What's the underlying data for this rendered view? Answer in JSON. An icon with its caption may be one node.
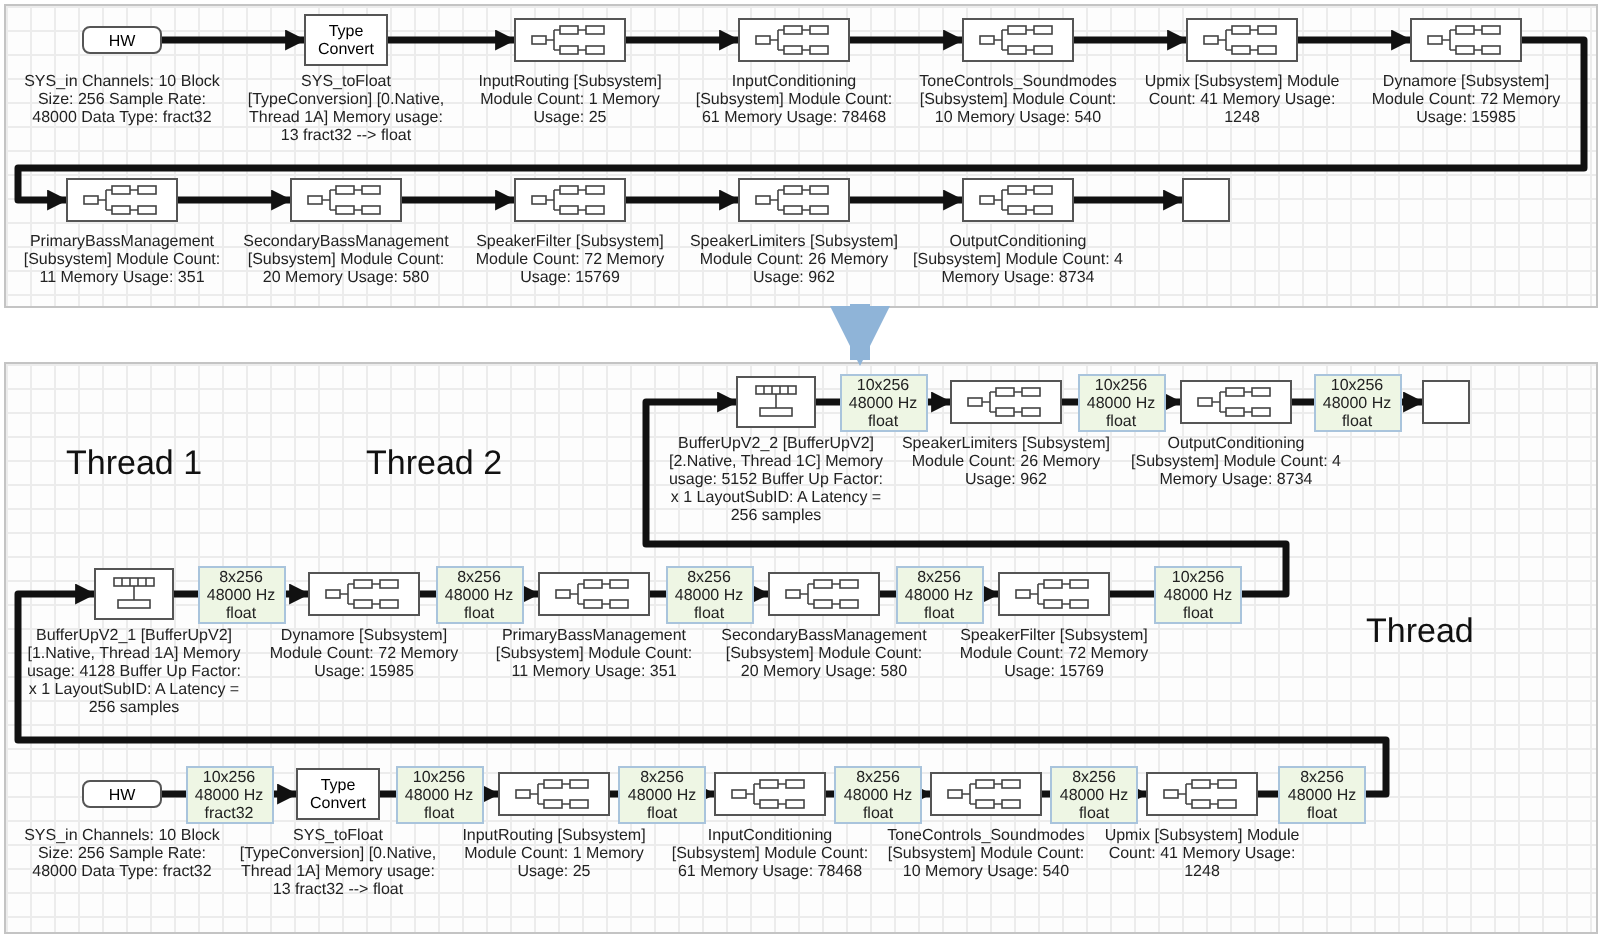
{
  "diagram": {
    "nodes": [
      {
        "text": [],
        "shape": "box"
      },
      {
        "text": [],
        "shape": "box"
      },
      {
        "text": [
          "HW"
        ],
        "in": 0,
        "beside": [
          "SYS_in Channels: 10 Block Size: 256 Sample Rate: 48000 Data Type: fract32"
        ]
      },
      {
        "text": [
          "Type Convert"
        ],
        "in": 0,
        "beside": [
          "SYS_toFloat [TypeConversion] [0.Native, Thread 1A] Memory usage: 13 fract32 --> float"
        ]
      },
      {
        "text": [],
        "shape": "box",
        "in": 0,
        "beside": [
          "InputRouting [Subsystem] Module Count: 1 Memory Usage: 25"
        ]
      },
      {
        "text": [],
        "shape": "box",
        "in": 0,
        "beside": [
          "InputConditioning [Subsystem] Module Count: 61 Memory Usage: 78468"
        ]
      },
      {
        "text": [],
        "shape": "box",
        "in": 0,
        "beside": [
          "ToneControls_Soundmodes [Subsystem] Module Count: 10 Memory Usage: 540"
        ]
      },
      {
        "text": [],
        "shape": "box",
        "in": 0,
        "beside": [
          "Upmix [Subsystem] Module Count: 41 Memory Usage: 1248"
        ]
      },
      {
        "text": [],
        "shape": "box",
        "in": 0,
        "beside": [
          "Dynamore [Subsystem] Module Count: 72 Memory Usage: 15985"
        ]
      },
      {
        "text": [],
        "shape": "box",
        "in": 0,
        "beside": [
          "PrimaryBassManagement [Subsystem] Module Count: 11 Memory Usage: 351"
        ]
      },
      {
        "text": [],
        "shape": "box",
        "in": 0,
        "beside": [
          "SecondaryBassManagement [Subsystem] Module Count: 20 Memory Usage: 580"
        ]
      },
      {
        "text": [],
        "shape": "box",
        "in": 0,
        "beside": [
          "SpeakerFilter [Subsystem] Module Count: 72 Memory Usage: 15769"
        ]
      },
      {
        "text": [],
        "shape": "box",
        "in": 0,
        "beside": [
          "SpeakerLimiters [Subsystem] Module Count: 26 Memory Usage: 962"
        ]
      },
      {
        "text": [],
        "shape": "box",
        "in": 0,
        "beside": [
          "OutputConditioning [Subsystem] Module Count: 4 Memory Usage: 8734"
        ]
      },
      {
        "text": [],
        "shape": "box",
        "in": 0
      },
      {
        "text": [
          "HW"
        ],
        "in": 1,
        "beside": [
          "SYS_in Channels: 10 Block Size: 256 Sample Rate: 48000 Data Type: fract32"
        ]
      },
      {
        "text": [
          "Type Convert"
        ],
        "in": 1,
        "beside": [
          "SYS_toFloat [TypeConversion] [0.Native, Thread 1A] Memory usage: 13 fract32 --> float"
        ]
      },
      {
        "text": [],
        "shape": "box",
        "in": 1,
        "beside": [
          "InputRouting [Subsystem] Module Count: 1 Memory Usage: 25"
        ]
      },
      {
        "text": [],
        "shape": "box",
        "in": 1,
        "beside": [
          "InputConditioning [Subsystem] Module Count: 61 Memory Usage: 78468"
        ]
      },
      {
        "text": [],
        "shape": "box",
        "in": 1,
        "beside": [
          "ToneControls_Soundmodes [Subsystem] Module Count: 10 Memory Usage: 540"
        ]
      },
      {
        "text": [],
        "shape": "box",
        "in": 1,
        "beside": [
          "Upmix [Subsystem] Module Count: 41 Memory Usage: 1248"
        ]
      },
      {
        "text": [],
        "shape": "box",
        "in": 1,
        "beside": [
          "BufferUpV2_1 [BufferUpV2] [1.Native, Thread 1A] Memory usage: 4128 Buffer Up Factor: x 1 LayoutSubID: A Latency = 256 samples"
        ]
      },
      {
        "text": [],
        "shape": "box",
        "in": 1,
        "beside": [
          "Dynamore [Subsystem] Module Count: 72 Memory Usage: 15985"
        ]
      },
      {
        "text": [],
        "shape": "box",
        "in": 1,
        "beside": [
          "PrimaryBassManagement [Subsystem] Module Count: 11 Memory Usage: 351"
        ]
      },
      {
        "text": [],
        "shape": "box",
        "in": 1,
        "beside": [
          "SecondaryBassManagement [Subsystem] Module Count: 20 Memory Usage: 580"
        ]
      },
      {
        "text": [],
        "shape": "box",
        "in": 1,
        "beside": [
          "SpeakerFilter [Subsystem] Module Count: 72 Memory Usage: 15769"
        ]
      },
      {
        "text": [],
        "shape": "box",
        "in": 1,
        "beside": [
          "BufferUpV2_2 [BufferUpV2] [2.Native, Thread 1C] Memory usage: 5152 Buffer Up Factor: x 1 LayoutSubID: A Latency = 256 samples"
        ]
      },
      {
        "text": [],
        "shape": "box",
        "in": 1,
        "beside": [
          "SpeakerLimiters [Subsystem] Module Count: 26 Memory Usage: 962"
        ]
      },
      {
        "text": [],
        "shape": "box",
        "in": 1,
        "beside": [
          "OutputConditioning [Subsystem] Module Count: 4 Memory Usage: 8734"
        ]
      },
      {
        "text": [],
        "shape": "box",
        "in": 1
      }
    ],
    "edges": [
      {
        "from": 0,
        "to": 1,
        "arrow": "to",
        "style": "thick",
        "color": "#8fb4d8"
      },
      {
        "from": 2,
        "to": 3,
        "arrow": "to"
      },
      {
        "from": 3,
        "to": 4,
        "arrow": "to"
      },
      {
        "from": 4,
        "to": 5,
        "arrow": "to"
      },
      {
        "from": 5,
        "to": 6,
        "arrow": "to"
      },
      {
        "from": 6,
        "to": 7,
        "arrow": "to"
      },
      {
        "from": 7,
        "to": 8,
        "arrow": "to"
      },
      {
        "from": 8,
        "to": 9,
        "arrow": "to"
      },
      {
        "from": 9,
        "to": 10,
        "arrow": "to"
      },
      {
        "from": 10,
        "to": 11,
        "arrow": "to"
      },
      {
        "from": 11,
        "to": 12,
        "arrow": "to"
      },
      {
        "from": 12,
        "to": 13,
        "arrow": "to"
      },
      {
        "from": 13,
        "to": 14,
        "arrow": "to"
      },
      {
        "from": 15,
        "to": 16,
        "arrow": "to",
        "label": "10x256 48000 Hz fract32"
      },
      {
        "from": 16,
        "to": 17,
        "arrow": "to",
        "label": "10x256 48000 Hz float"
      },
      {
        "from": 17,
        "to": 18,
        "arrow": "to",
        "label": "8x256 48000 Hz float"
      },
      {
        "from": 18,
        "to": 19,
        "arrow": "to",
        "label": "8x256 48000 Hz float"
      },
      {
        "from": 19,
        "to": 20,
        "arrow": "to",
        "label": "8x256 48000 Hz float"
      },
      {
        "from": 20,
        "to": 21,
        "arrow": "to",
        "label": "8x256 48000 Hz float"
      },
      {
        "from": 21,
        "to": 22,
        "arrow": "to",
        "label": "8x256 48000 Hz float"
      },
      {
        "from": 22,
        "to": 23,
        "arrow": "to",
        "label": "8x256 48000 Hz float"
      },
      {
        "from": 23,
        "to": 24,
        "arrow": "to",
        "label": "8x256 48000 Hz float"
      },
      {
        "from": 24,
        "to": 25,
        "arrow": "to",
        "label": "8x256 48000 Hz float"
      },
      {
        "from": 25,
        "to": 26,
        "arrow": "to",
        "label": "10x256 48000 Hz float"
      },
      {
        "from": 26,
        "to": 27,
        "arrow": "to",
        "label": "10x256 48000 Hz float"
      },
      {
        "from": 27,
        "to": 28,
        "arrow": "to",
        "label": "10x256 48000 Hz float"
      },
      {
        "from": 28,
        "to": 29,
        "arrow": "to",
        "label": "10x256 48000 Hz float"
      }
    ],
    "labels": [
      "Thread 1",
      "Thread 2",
      "Thread"
    ]
  }
}
